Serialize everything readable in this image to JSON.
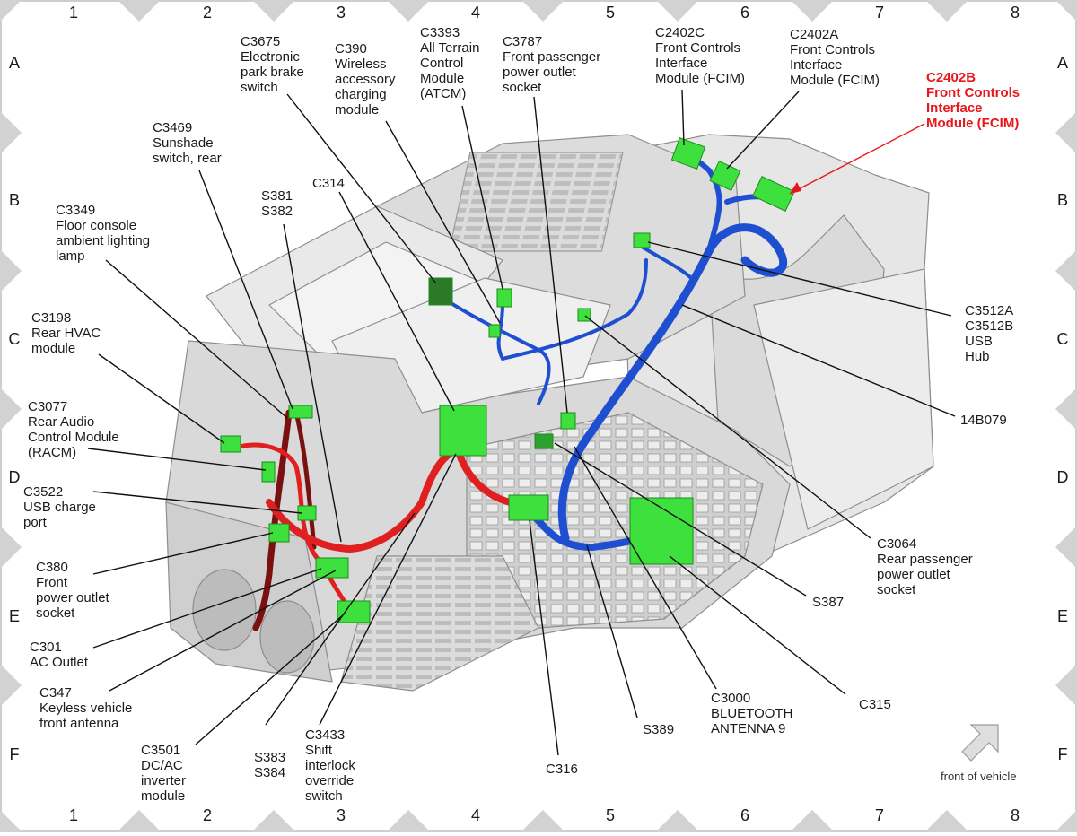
{
  "grid": {
    "columns": [
      "1",
      "2",
      "3",
      "4",
      "5",
      "6",
      "7",
      "8"
    ],
    "rows": [
      "A",
      "B",
      "C",
      "D",
      "E",
      "F"
    ]
  },
  "colors": {
    "connector": "#3ee03e",
    "harness_main": "#1f4fd1",
    "harness_red": "#e02020",
    "harness_dark": "#7a1010",
    "highlight": "#e8161b",
    "housing": "#d7d7d7",
    "diamond": "#d2d2d2"
  },
  "labels": [
    {
      "id": "c3675",
      "text": "C3675\nElectronic\npark brake\nswitch"
    },
    {
      "id": "c390",
      "text": "C390\nWireless\naccessory\ncharging\nmodule"
    },
    {
      "id": "c3393",
      "text": "C3393\nAll Terrain\nControl\nModule\n(ATCM)"
    },
    {
      "id": "c3787",
      "text": "C3787\nFront passenger\npower outlet\nsocket"
    },
    {
      "id": "c2402c",
      "text": "C2402C\nFront Controls\nInterface\nModule (FCIM)"
    },
    {
      "id": "c2402a",
      "text": "C2402A\nFront Controls\nInterface\nModule (FCIM)"
    },
    {
      "id": "c2402b",
      "text": "C2402B\nFront Controls\nInterface\nModule (FCIM)",
      "highlight": true
    },
    {
      "id": "c3469",
      "text": "C3469\nSunshade\nswitch, rear"
    },
    {
      "id": "c314",
      "text": "C314"
    },
    {
      "id": "s381",
      "text": "S381\nS382"
    },
    {
      "id": "c3349",
      "text": "C3349\nFloor console\nambient lighting\nlamp"
    },
    {
      "id": "c3198",
      "text": "C3198\nRear HVAC\nmodule"
    },
    {
      "id": "c3077",
      "text": "C3077\nRear Audio\nControl Module\n(RACM)"
    },
    {
      "id": "c3522",
      "text": "C3522\nUSB charge\nport"
    },
    {
      "id": "c380",
      "text": "C380\nFront\npower outlet\nsocket"
    },
    {
      "id": "c301",
      "text": "C301\nAC Outlet"
    },
    {
      "id": "c347",
      "text": "C347\nKeyless vehicle\nfront antenna"
    },
    {
      "id": "c3501",
      "text": "C3501\nDC/AC\ninverter\nmodule"
    },
    {
      "id": "s383",
      "text": "S383\nS384"
    },
    {
      "id": "c3433",
      "text": "C3433\nShift\ninterlock\noverride\nswitch"
    },
    {
      "id": "c316",
      "text": "C316"
    },
    {
      "id": "s389",
      "text": "S389"
    },
    {
      "id": "c3000",
      "text": "C3000\nBLUETOOTH\nANTENNA 9"
    },
    {
      "id": "c315",
      "text": "C315"
    },
    {
      "id": "s387",
      "text": "S387"
    },
    {
      "id": "c3064",
      "text": "C3064\nRear passenger\npower outlet\nsocket"
    },
    {
      "id": "14b079",
      "text": "14B079"
    },
    {
      "id": "c3512",
      "text": "C3512A\nC3512B\nUSB\nHub"
    }
  ],
  "orientation_note": "front of vehicle"
}
